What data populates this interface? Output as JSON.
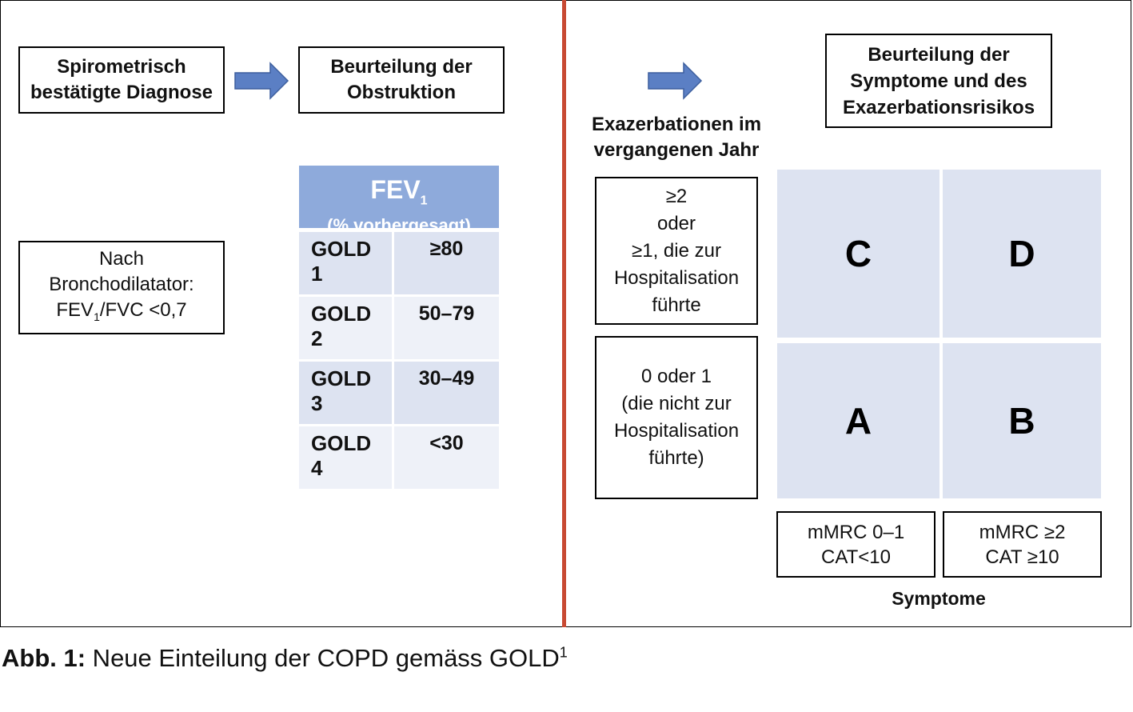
{
  "left": {
    "box_diagnosis": [
      "Spirometrisch",
      "bestätigte Diagnose"
    ],
    "box_obstruction": [
      "Beurteilung der",
      "Obstruktion"
    ],
    "box_postbd": {
      "line1": "Nach",
      "line2": "Bronchodilatator:",
      "line3_pre": "FEV",
      "line3_sub": "1",
      "line3_post": "/FVC <0,7"
    }
  },
  "fev_table": {
    "header_main": "FEV",
    "header_sub": "1",
    "header_unit": "(% vorhergesagt)",
    "rows": [
      {
        "grade": [
          "GOLD",
          "1"
        ],
        "value": "≥80"
      },
      {
        "grade": [
          "GOLD",
          "2"
        ],
        "value": "50–79"
      },
      {
        "grade": [
          "GOLD",
          "3"
        ],
        "value": "30–49"
      },
      {
        "grade": [
          "GOLD",
          "4"
        ],
        "value": "<30"
      }
    ]
  },
  "right": {
    "exac_label": [
      "Exazerbationen im",
      "vergangenen Jahr"
    ],
    "box_assessment": [
      "Beurteilung der",
      "Symptome und des",
      "Exazerbationsrisikos"
    ],
    "exac_high": [
      "≥2",
      "oder",
      "≥1, die zur",
      "Hospitalisation",
      "führte"
    ],
    "exac_low": [
      "0 oder 1",
      "(die nicht zur",
      "Hospitalisation",
      "führte)"
    ],
    "grid": {
      "top_left": "C",
      "top_right": "D",
      "bottom_left": "A",
      "bottom_right": "B"
    },
    "symptom_low": [
      "mMRC 0–1",
      "CAT<10"
    ],
    "symptom_high": [
      "mMRC ≥2",
      "CAT ≥10"
    ],
    "symptom_label": "Symptome"
  },
  "caption": {
    "label": "Abb. 1:",
    "text": " Neue Einteilung der COPD gemäss GOLD",
    "sup": "1"
  },
  "colors": {
    "divider": "#c84a33",
    "arrow": "#5b7fc4",
    "fev_header": "#8eaadb",
    "cell_fill": "#dde3f1"
  }
}
